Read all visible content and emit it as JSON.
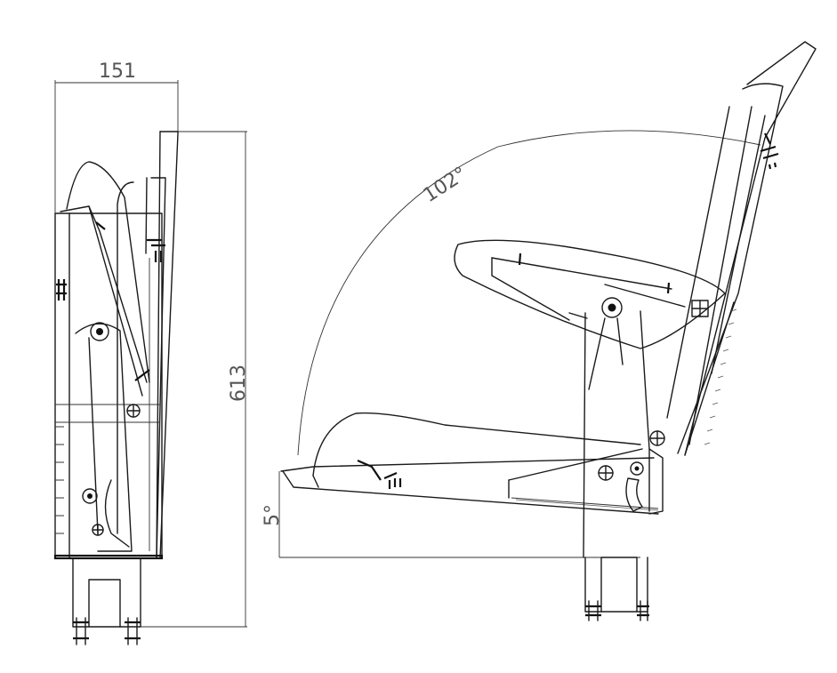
{
  "dimensions": {
    "width_label": "151",
    "height_label": "613",
    "recline_angle_label": "102°",
    "tilt_angle_label": "5°"
  }
}
